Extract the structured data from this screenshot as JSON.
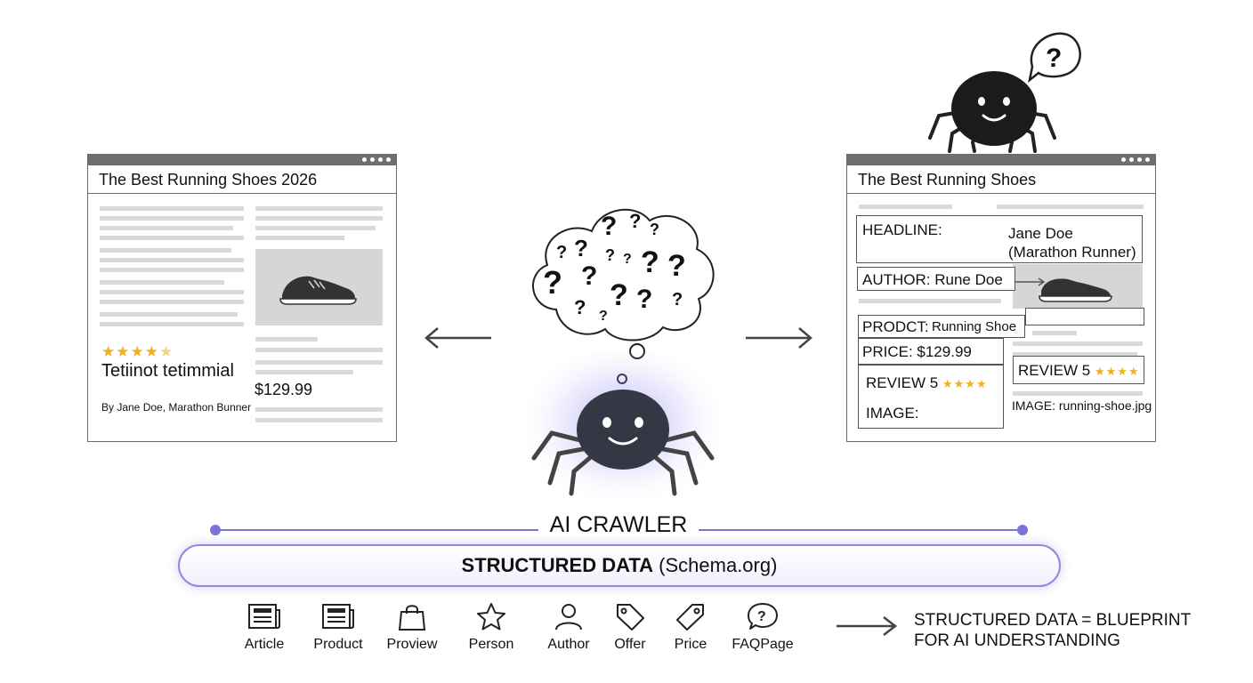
{
  "left_page": {
    "title": "The Best Running Shoes 2026",
    "stars": "★★★★",
    "half_star": "★",
    "testimonial": "Tetiinot tetimmial",
    "byline": "By Jane Doe, Marathon Bunner",
    "price": "$129.99"
  },
  "right_page": {
    "title": "The Best Running Shoes",
    "headline_label": "HEADLINE:",
    "headline_value_1": "Jane Doe",
    "headline_value_2": "(Marathon Runner)",
    "author": "AUTHOR:  Rune Doe",
    "product_label": "PRODCT:",
    "product_value": "Running Shoe",
    "price": "PRICE: $129.99",
    "review_left": "REVIEW 5",
    "review_right": "REVIEW 5",
    "review_stars": "★★★★",
    "image_left": "IMAGE:",
    "image_right": "IMAGE: running-shoe.jpg"
  },
  "thought_marks": "?",
  "speech_mark": "?",
  "crawler_label": "AI CRAWLER",
  "structured_data": {
    "bold": "STRUCTURED DATA",
    "normal": " (Schema.org)"
  },
  "schema_icons": [
    {
      "label": "Article",
      "icon": "newspaper-icon"
    },
    {
      "label": "Product",
      "icon": "newspaper-icon"
    },
    {
      "label": "Proview",
      "icon": "shopping-bag-icon"
    },
    {
      "label": "Person",
      "icon": "star-icon"
    },
    {
      "label": "Author",
      "icon": "user-icon"
    },
    {
      "label": "Offer",
      "icon": "tag-icon"
    },
    {
      "label": "Price",
      "icon": "price-tag-icon"
    },
    {
      "label": "FAQPage",
      "icon": "question-bubble-icon"
    }
  ],
  "blueprint_line1": "STRUCTURED DATA = BLUEPRINT",
  "blueprint_line2": "FOR AI UNDERSTANDING",
  "colors": {
    "accent": "#7b74d8",
    "star": "#f2b01e",
    "line_gray": "#d9d9d9"
  }
}
